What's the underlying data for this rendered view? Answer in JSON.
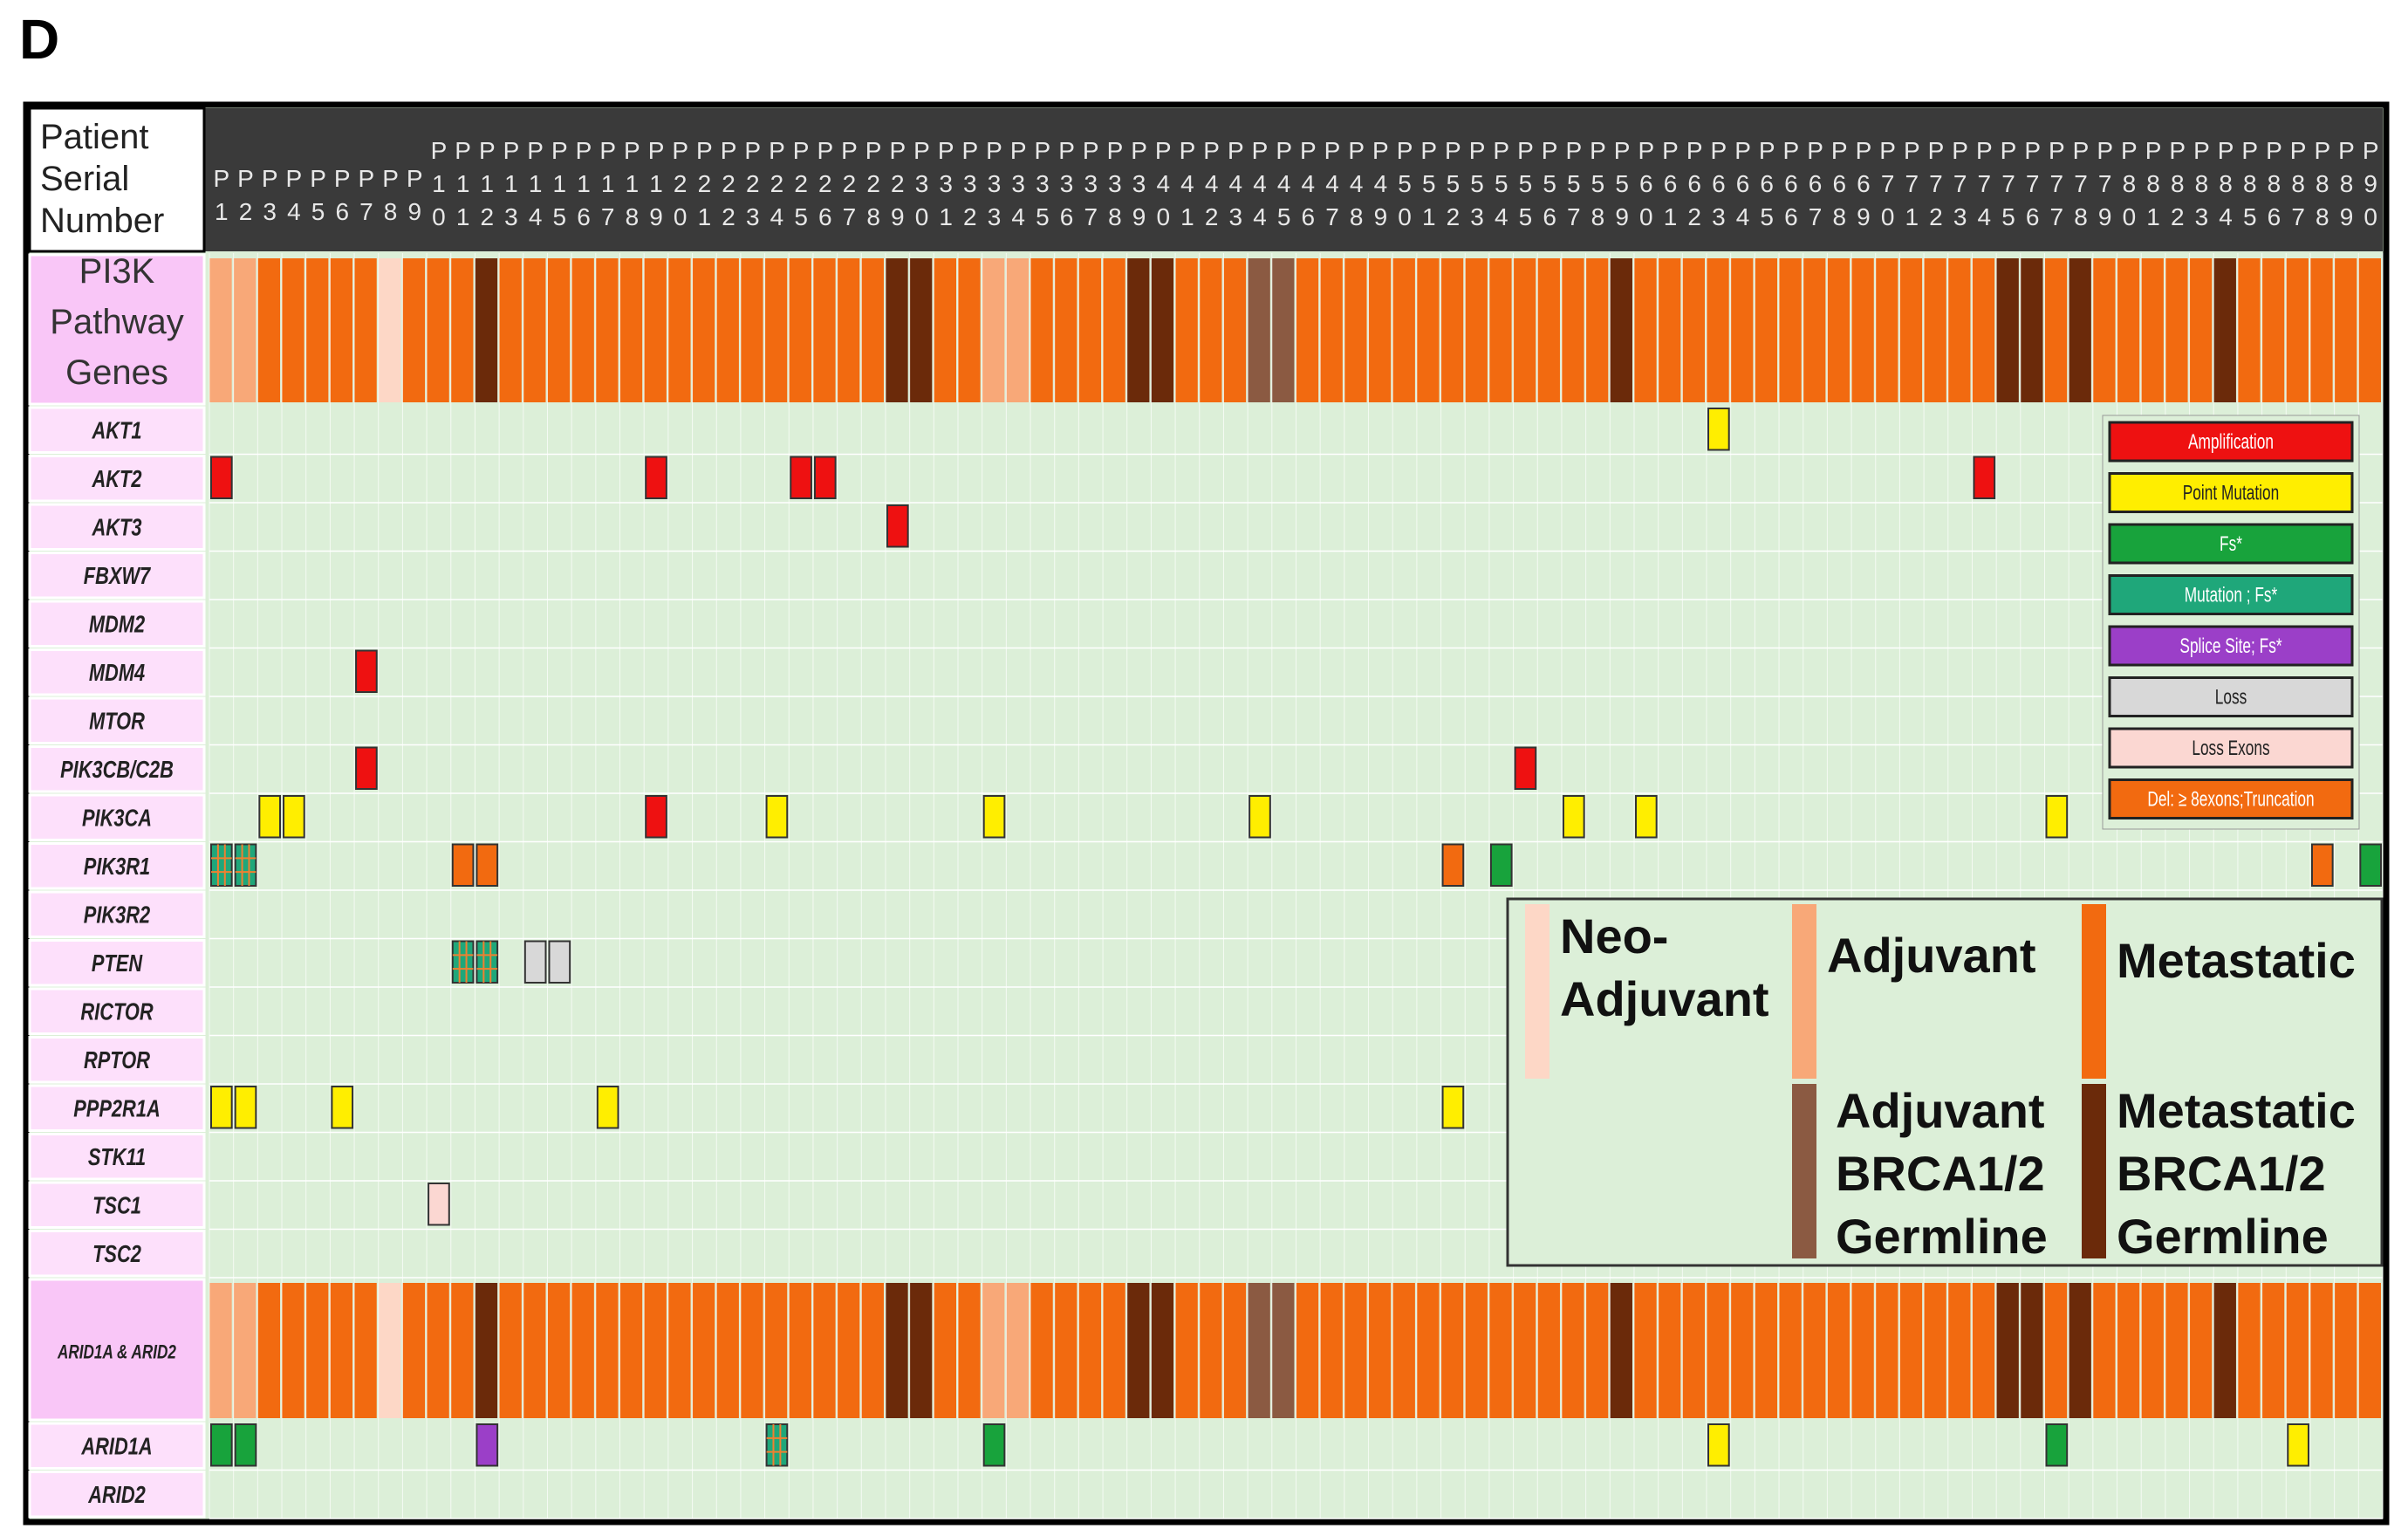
{
  "panel_letter": "D",
  "colors": {
    "background": "#dcefd8",
    "header_dark": "#3a3a3a",
    "gene_label_bg": "#fde0fb",
    "group_label_bg": "#f9c6f7",
    "neo_adjuvant": "#fdd7c6",
    "adjuvant": "#f8a878",
    "metastatic": "#f26a10",
    "adjuvant_brca": "#8b5a42",
    "metastatic_brca": "#6b2a0a"
  },
  "chart_data": {
    "type": "heatmap",
    "corner_label": [
      "Patient",
      "Serial",
      "Number"
    ],
    "patients": [
      "P1",
      "P2",
      "P3",
      "P4",
      "P5",
      "P6",
      "P7",
      "P8",
      "P9",
      "P10",
      "P11",
      "P12",
      "P13",
      "P14",
      "P15",
      "P16",
      "P17",
      "P18",
      "P19",
      "P20",
      "P21",
      "P22",
      "P23",
      "P24",
      "P25",
      "P26",
      "P27",
      "P28",
      "P29",
      "P30",
      "P31",
      "P32",
      "P33",
      "P34",
      "P35",
      "P36",
      "P37",
      "P38",
      "P39",
      "P40",
      "P41",
      "P42",
      "P43",
      "P44",
      "P45",
      "P46",
      "P47",
      "P48",
      "P49",
      "P50",
      "P51",
      "P52",
      "P53",
      "P54",
      "P55",
      "P56",
      "P57",
      "P58",
      "P59",
      "P60",
      "P61",
      "P62",
      "P63",
      "P64",
      "P65",
      "P66",
      "P67",
      "P68",
      "P69",
      "P70",
      "P71",
      "P72",
      "P73",
      "P74",
      "P75",
      "P76",
      "P77",
      "P78",
      "P79",
      "P80",
      "P81",
      "P82",
      "P83",
      "P84",
      "P85",
      "P86",
      "P87",
      "P88",
      "P89",
      "P90"
    ],
    "patient_digits": [
      [
        "P",
        "1"
      ],
      [
        "P",
        "2"
      ],
      [
        "P",
        "3"
      ],
      [
        "P",
        "4"
      ],
      [
        "P",
        "5"
      ],
      [
        "P",
        "6"
      ],
      [
        "P",
        "7"
      ],
      [
        "P",
        "8"
      ],
      [
        "P",
        "9"
      ],
      [
        "P",
        "1",
        "0"
      ],
      [
        "P",
        "1",
        "1"
      ],
      [
        "P",
        "1",
        "2"
      ],
      [
        "P",
        "1",
        "3"
      ],
      [
        "P",
        "1",
        "4"
      ],
      [
        "P",
        "1",
        "5"
      ],
      [
        "P",
        "1",
        "6"
      ],
      [
        "P",
        "1",
        "7"
      ],
      [
        "P",
        "1",
        "8"
      ],
      [
        "P",
        "1",
        "9"
      ],
      [
        "P",
        "2",
        "0"
      ],
      [
        "P",
        "2",
        "1"
      ],
      [
        "P",
        "2",
        "2"
      ],
      [
        "P",
        "2",
        "3"
      ],
      [
        "P",
        "2",
        "4"
      ],
      [
        "P",
        "2",
        "5"
      ],
      [
        "P",
        "2",
        "6"
      ],
      [
        "P",
        "2",
        "7"
      ],
      [
        "P",
        "2",
        "8"
      ],
      [
        "P",
        "2",
        "9"
      ],
      [
        "P",
        "3",
        "0"
      ],
      [
        "P",
        "3",
        "1"
      ],
      [
        "P",
        "3",
        "2"
      ],
      [
        "P",
        "3",
        "3"
      ],
      [
        "P",
        "3",
        "4"
      ],
      [
        "P",
        "3",
        "5"
      ],
      [
        "P",
        "3",
        "6"
      ],
      [
        "P",
        "3",
        "7"
      ],
      [
        "P",
        "3",
        "8"
      ],
      [
        "P",
        "3",
        "9"
      ],
      [
        "P",
        "4",
        "0"
      ],
      [
        "P",
        "4",
        "1"
      ],
      [
        "P",
        "4",
        "2"
      ],
      [
        "P",
        "4",
        "3"
      ],
      [
        "P",
        "4",
        "4"
      ],
      [
        "P",
        "4",
        "5"
      ],
      [
        "P",
        "4",
        "6"
      ],
      [
        "P",
        "4",
        "7"
      ],
      [
        "P",
        "4",
        "8"
      ],
      [
        "P",
        "4",
        "9"
      ],
      [
        "P",
        "5",
        "0"
      ],
      [
        "P",
        "5",
        "1"
      ],
      [
        "P",
        "5",
        "2"
      ],
      [
        "P",
        "5",
        "3"
      ],
      [
        "P",
        "5",
        "4"
      ],
      [
        "P",
        "5",
        "5"
      ],
      [
        "P",
        "5",
        "6"
      ],
      [
        "P",
        "5",
        "7"
      ],
      [
        "P",
        "5",
        "8"
      ],
      [
        "P",
        "5",
        "9"
      ],
      [
        "P",
        "6",
        "0"
      ],
      [
        "P",
        "6",
        "1"
      ],
      [
        "P",
        "6",
        "2"
      ],
      [
        "P",
        "6",
        "3"
      ],
      [
        "P",
        "6",
        "4"
      ],
      [
        "P",
        "6",
        "5"
      ],
      [
        "P",
        "6",
        "6"
      ],
      [
        "P",
        "6",
        "7"
      ],
      [
        "P",
        "6",
        "8"
      ],
      [
        "P",
        "6",
        "9"
      ],
      [
        "P",
        "7",
        "0"
      ],
      [
        "P",
        "7",
        "1"
      ],
      [
        "P",
        "7",
        "2"
      ],
      [
        "P",
        "7",
        "3"
      ],
      [
        "P",
        "7",
        "4"
      ],
      [
        "P",
        "7",
        "5"
      ],
      [
        "P",
        "7",
        "6"
      ],
      [
        "P",
        "7",
        "7"
      ],
      [
        "P",
        "7",
        "8"
      ],
      [
        "P",
        "7",
        "9"
      ],
      [
        "P",
        "8",
        "0"
      ],
      [
        "P",
        "8",
        "1"
      ],
      [
        "P",
        "8",
        "2"
      ],
      [
        "P",
        "8",
        "3"
      ],
      [
        "P",
        "8",
        "4"
      ],
      [
        "P",
        "8",
        "5"
      ],
      [
        "P",
        "8",
        "6"
      ],
      [
        "P",
        "8",
        "7"
      ],
      [
        "P",
        "8",
        "8"
      ],
      [
        "P",
        "8",
        "9"
      ],
      [
        "P",
        "9",
        "0"
      ]
    ],
    "rows": [
      {
        "label": [
          "PI3K",
          "Pathway",
          "Genes"
        ],
        "kind": "status_group"
      },
      {
        "label": [
          "AKT1"
        ],
        "kind": "gene"
      },
      {
        "label": [
          "AKT2"
        ],
        "kind": "gene"
      },
      {
        "label": [
          "AKT3"
        ],
        "kind": "gene"
      },
      {
        "label": [
          "FBXW7"
        ],
        "kind": "gene"
      },
      {
        "label": [
          "MDM2"
        ],
        "kind": "gene"
      },
      {
        "label": [
          "MDM4"
        ],
        "kind": "gene"
      },
      {
        "label": [
          "MTOR"
        ],
        "kind": "gene"
      },
      {
        "label": [
          "PIK3CB/C2B"
        ],
        "kind": "gene"
      },
      {
        "label": [
          "PIK3CA"
        ],
        "kind": "gene"
      },
      {
        "label": [
          "PIK3R1"
        ],
        "kind": "gene"
      },
      {
        "label": [
          "PIK3R2"
        ],
        "kind": "gene"
      },
      {
        "label": [
          "PTEN"
        ],
        "kind": "gene"
      },
      {
        "label": [
          "RICTOR"
        ],
        "kind": "gene"
      },
      {
        "label": [
          "RPTOR"
        ],
        "kind": "gene"
      },
      {
        "label": [
          "PPP2R1A"
        ],
        "kind": "gene"
      },
      {
        "label": [
          "STK11"
        ],
        "kind": "gene"
      },
      {
        "label": [
          "TSC1"
        ],
        "kind": "gene"
      },
      {
        "label": [
          "TSC2"
        ],
        "kind": "gene"
      },
      {
        "label": [
          "ARID1A & ARID2"
        ],
        "kind": "status_group"
      },
      {
        "label": [
          "ARID1A"
        ],
        "kind": "gene"
      },
      {
        "label": [
          "ARID2"
        ],
        "kind": "gene"
      }
    ],
    "patient_status": [
      "adj",
      "adj",
      "met",
      "met",
      "met",
      "met",
      "met",
      "neo",
      "met",
      "met",
      "met",
      "met_brca",
      "met",
      "met",
      "met",
      "met",
      "met",
      "met",
      "met",
      "met",
      "met",
      "met",
      "met",
      "met",
      "met",
      "met",
      "met",
      "met",
      "met_brca",
      "met_brca",
      "met",
      "met",
      "adj",
      "adj",
      "met",
      "met",
      "met",
      "met",
      "met_brca",
      "met_brca",
      "met",
      "met",
      "met",
      "adj_brca",
      "adj_brca",
      "met",
      "met",
      "met",
      "met",
      "met",
      "met",
      "met",
      "met",
      "met",
      "met",
      "met",
      "met",
      "met",
      "met_brca",
      "met",
      "met",
      "met",
      "met",
      "met",
      "met",
      "met",
      "met",
      "met",
      "met",
      "met",
      "met",
      "met",
      "met",
      "met",
      "met_brca",
      "met_brca",
      "met",
      "met_brca",
      "met",
      "met",
      "met",
      "met",
      "met",
      "met_brca",
      "met",
      "met",
      "met",
      "met",
      "met",
      "met"
    ],
    "status_legend": [
      {
        "key": "neo",
        "label": [
          "Neo-",
          "Adjuvant"
        ]
      },
      {
        "key": "adj",
        "label": [
          "Adjuvant"
        ]
      },
      {
        "key": "met",
        "label": [
          "Metastatic"
        ]
      },
      {
        "key": "adj_brca",
        "label": [
          "Adjuvant",
          "BRCA1/2",
          "Germline"
        ]
      },
      {
        "key": "met_brca",
        "label": [
          "Metastatic",
          "BRCA1/2",
          "Germline"
        ]
      }
    ],
    "alteration_legend": [
      {
        "key": "amp",
        "label": "Amplification",
        "color": "#ee1111"
      },
      {
        "key": "point",
        "label": "Point Mutation",
        "color": "#ffee00"
      },
      {
        "key": "fs",
        "label": "Fs*",
        "color": "#18a33c"
      },
      {
        "key": "mut_fs",
        "label": "Mutation ; Fs*",
        "color": "#1fa77a"
      },
      {
        "key": "splice",
        "label": "Splice Site; Fs*",
        "color": "#9b3fc8"
      },
      {
        "key": "loss",
        "label": "Loss",
        "color": "#d8d8d8"
      },
      {
        "key": "loss_exons",
        "label": "Loss Exons",
        "color": "#fbd7d2"
      },
      {
        "key": "del",
        "label": "Del: ≥ 8exons;Truncation",
        "color": "#f26a10"
      }
    ],
    "alterations": [
      {
        "gene": "AKT1",
        "patient": 63,
        "type": "point"
      },
      {
        "gene": "AKT2",
        "patient": 1,
        "type": "amp"
      },
      {
        "gene": "AKT2",
        "patient": 19,
        "type": "amp"
      },
      {
        "gene": "AKT2",
        "patient": 25,
        "type": "amp"
      },
      {
        "gene": "AKT2",
        "patient": 26,
        "type": "amp"
      },
      {
        "gene": "AKT2",
        "patient": 74,
        "type": "amp"
      },
      {
        "gene": "AKT3",
        "patient": 29,
        "type": "amp"
      },
      {
        "gene": "MDM4",
        "patient": 7,
        "type": "amp"
      },
      {
        "gene": "PIK3CB/C2B",
        "patient": 7,
        "type": "amp"
      },
      {
        "gene": "PIK3CB/C2B",
        "patient": 55,
        "type": "amp"
      },
      {
        "gene": "PIK3CA",
        "patient": 3,
        "type": "point"
      },
      {
        "gene": "PIK3CA",
        "patient": 4,
        "type": "point"
      },
      {
        "gene": "PIK3CA",
        "patient": 19,
        "type": "amp"
      },
      {
        "gene": "PIK3CA",
        "patient": 24,
        "type": "point"
      },
      {
        "gene": "PIK3CA",
        "patient": 33,
        "type": "point"
      },
      {
        "gene": "PIK3CA",
        "patient": 44,
        "type": "point"
      },
      {
        "gene": "PIK3CA",
        "patient": 57,
        "type": "point"
      },
      {
        "gene": "PIK3CA",
        "patient": 60,
        "type": "point"
      },
      {
        "gene": "PIK3CA",
        "patient": 77,
        "type": "point"
      },
      {
        "gene": "PIK3R1",
        "patient": 1,
        "type": "mut_fs"
      },
      {
        "gene": "PIK3R1",
        "patient": 2,
        "type": "mut_fs"
      },
      {
        "gene": "PIK3R1",
        "patient": 11,
        "type": "del"
      },
      {
        "gene": "PIK3R1",
        "patient": 12,
        "type": "del"
      },
      {
        "gene": "PIK3R1",
        "patient": 52,
        "type": "del"
      },
      {
        "gene": "PIK3R1",
        "patient": 54,
        "type": "fs"
      },
      {
        "gene": "PIK3R1",
        "patient": 88,
        "type": "del"
      },
      {
        "gene": "PIK3R1",
        "patient": 90,
        "type": "fs"
      },
      {
        "gene": "PTEN",
        "patient": 11,
        "type": "mut_fs"
      },
      {
        "gene": "PTEN",
        "patient": 12,
        "type": "mut_fs"
      },
      {
        "gene": "PTEN",
        "patient": 14,
        "type": "loss"
      },
      {
        "gene": "PTEN",
        "patient": 15,
        "type": "loss"
      },
      {
        "gene": "PPP2R1A",
        "patient": 1,
        "type": "point"
      },
      {
        "gene": "PPP2R1A",
        "patient": 2,
        "type": "point"
      },
      {
        "gene": "PPP2R1A",
        "patient": 6,
        "type": "point"
      },
      {
        "gene": "PPP2R1A",
        "patient": 17,
        "type": "point"
      },
      {
        "gene": "PPP2R1A",
        "patient": 52,
        "type": "point"
      },
      {
        "gene": "TSC1",
        "patient": 10,
        "type": "loss_exons"
      },
      {
        "gene": "ARID1A",
        "patient": 1,
        "type": "fs"
      },
      {
        "gene": "ARID1A",
        "patient": 2,
        "type": "fs"
      },
      {
        "gene": "ARID1A",
        "patient": 12,
        "type": "splice"
      },
      {
        "gene": "ARID1A",
        "patient": 24,
        "type": "mut_fs"
      },
      {
        "gene": "ARID1A",
        "patient": 33,
        "type": "fs"
      },
      {
        "gene": "ARID1A",
        "patient": 63,
        "type": "point"
      },
      {
        "gene": "ARID1A",
        "patient": 77,
        "type": "fs"
      },
      {
        "gene": "ARID1A",
        "patient": 87,
        "type": "point"
      }
    ]
  }
}
